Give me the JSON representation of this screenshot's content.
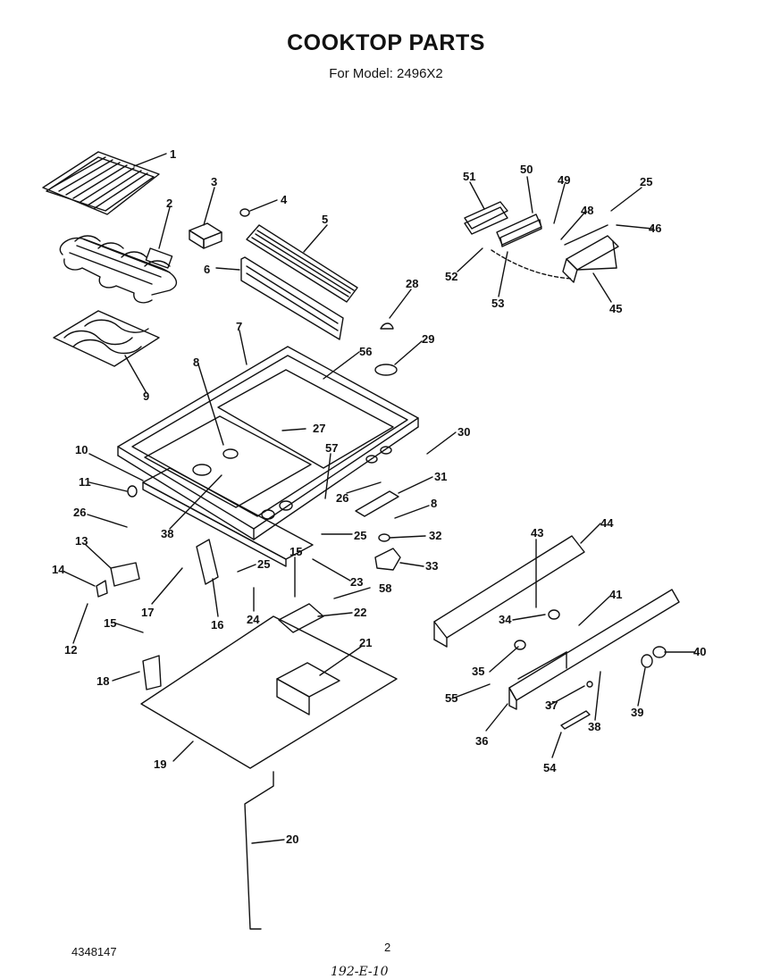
{
  "header": {
    "title": "COOKTOP PARTS",
    "subtitle": "For Model: 2496X2"
  },
  "footer": {
    "doc_number": "4348147",
    "page_number": "2",
    "handwritten_code": "192-E-10"
  },
  "callouts": [
    {
      "id": "c1",
      "label": "1"
    },
    {
      "id": "c2",
      "label": "2"
    },
    {
      "id": "c3",
      "label": "3"
    },
    {
      "id": "c4",
      "label": "4"
    },
    {
      "id": "c5",
      "label": "5"
    },
    {
      "id": "c6",
      "label": "6"
    },
    {
      "id": "c7",
      "label": "7"
    },
    {
      "id": "c8a",
      "label": "8"
    },
    {
      "id": "c9",
      "label": "9"
    },
    {
      "id": "c10",
      "label": "10"
    },
    {
      "id": "c11",
      "label": "11"
    },
    {
      "id": "c26a",
      "label": "26"
    },
    {
      "id": "c13",
      "label": "13"
    },
    {
      "id": "c14",
      "label": "14"
    },
    {
      "id": "c12",
      "label": "12"
    },
    {
      "id": "c15a",
      "label": "15"
    },
    {
      "id": "c18",
      "label": "18"
    },
    {
      "id": "c19",
      "label": "19"
    },
    {
      "id": "c20",
      "label": "20"
    },
    {
      "id": "c38a",
      "label": "38"
    },
    {
      "id": "c17",
      "label": "17"
    },
    {
      "id": "c16",
      "label": "16"
    },
    {
      "id": "c24",
      "label": "24"
    },
    {
      "id": "c25a",
      "label": "25"
    },
    {
      "id": "c15b",
      "label": "15"
    },
    {
      "id": "c25b",
      "label": "25"
    },
    {
      "id": "c23",
      "label": "23"
    },
    {
      "id": "c58",
      "label": "58"
    },
    {
      "id": "c22",
      "label": "22"
    },
    {
      "id": "c21",
      "label": "21"
    },
    {
      "id": "c27",
      "label": "27"
    },
    {
      "id": "c57",
      "label": "57"
    },
    {
      "id": "c26b",
      "label": "26"
    },
    {
      "id": "c56",
      "label": "56"
    },
    {
      "id": "c28",
      "label": "28"
    },
    {
      "id": "c29",
      "label": "29"
    },
    {
      "id": "c30",
      "label": "30"
    },
    {
      "id": "c31",
      "label": "31"
    },
    {
      "id": "c8b",
      "label": "8"
    },
    {
      "id": "c32",
      "label": "32"
    },
    {
      "id": "c33",
      "label": "33"
    },
    {
      "id": "c51",
      "label": "51"
    },
    {
      "id": "c50",
      "label": "50"
    },
    {
      "id": "c49",
      "label": "49"
    },
    {
      "id": "c48",
      "label": "48"
    },
    {
      "id": "c25c",
      "label": "25"
    },
    {
      "id": "c46",
      "label": "46"
    },
    {
      "id": "c52",
      "label": "52"
    },
    {
      "id": "c53",
      "label": "53"
    },
    {
      "id": "c45",
      "label": "45"
    },
    {
      "id": "c43",
      "label": "43"
    },
    {
      "id": "c44",
      "label": "44"
    },
    {
      "id": "c41",
      "label": "41"
    },
    {
      "id": "c34",
      "label": "34"
    },
    {
      "id": "c40",
      "label": "40"
    },
    {
      "id": "c35",
      "label": "35"
    },
    {
      "id": "c55",
      "label": "55"
    },
    {
      "id": "c37",
      "label": "37"
    },
    {
      "id": "c38b",
      "label": "38"
    },
    {
      "id": "c39",
      "label": "39"
    },
    {
      "id": "c36",
      "label": "36"
    },
    {
      "id": "c54",
      "label": "54"
    }
  ]
}
